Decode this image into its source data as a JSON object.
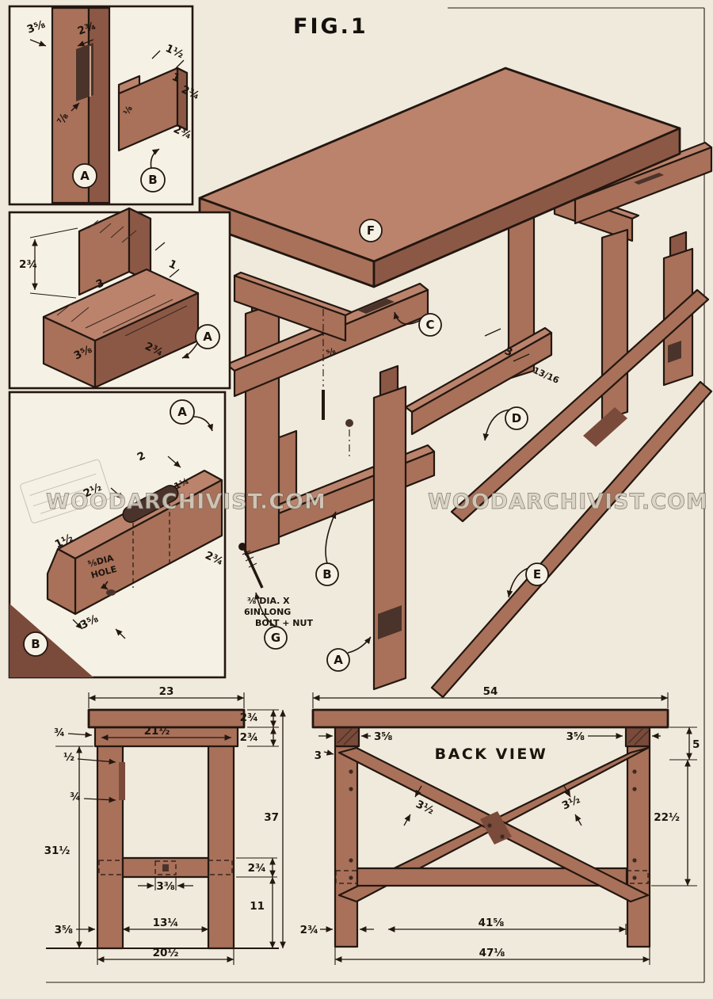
{
  "title": "FIG.1",
  "watermark": {
    "left": "WOODARCHIVIST.COM",
    "right": "WOODARCHIVIST.COM"
  },
  "callouts": {
    "a": "A",
    "b": "B",
    "c": "C",
    "d": "D",
    "e": "E",
    "f": "F",
    "g": "G"
  },
  "detail1": {
    "leg_width": "3⅝",
    "mortise_offset": "2¾",
    "mortise_width": "⅞",
    "notch": "1½",
    "tenon_thk": "1",
    "rail_top": "2¾",
    "shoulder": "⅛",
    "rail_height": "2¾"
  },
  "detail2": {
    "tenon_height": "2¾",
    "tenon_width": "3",
    "tenon_thk": "1",
    "leg_width": "3⅝",
    "leg_depth": "2¾"
  },
  "detail3": {
    "slot_inset": "2",
    "slot_offset": "2½",
    "slot_width": "1¼",
    "step": "1½",
    "hole_line1": "⅝DIA",
    "hole_line2": "HOLE",
    "width": "3⅝",
    "depth": "2¾"
  },
  "main": {
    "rail_slot": "⅝",
    "rail_end": "3",
    "rail_thk": "13/16",
    "bolt_line1": "⅜ DIA. X",
    "bolt_line2": "6IN.LONG",
    "bolt_line3": "BOLT + NUT"
  },
  "front_view": {
    "top_width": "23",
    "top_thk": "2¾",
    "apron_len": "21½",
    "apron_h": "2¾",
    "overhang": "¾",
    "tenon_set": "½",
    "tenon_len": "¾",
    "leg_height": "31½",
    "total_height": "37",
    "stretcher_h": "2¾",
    "foot_height": "11",
    "slot_w": "3⅜",
    "inner_span": "13¼",
    "leg_w": "3⅝",
    "outer_span": "20½"
  },
  "back_view": {
    "label": "BACK VIEW",
    "top_width": "54",
    "block_left": "3⅝",
    "block_right": "3⅝",
    "left_inset": "3",
    "drop": "5",
    "brace_left": "3½",
    "brace_right": "3½",
    "side_height": "22½",
    "leg_w": "2¾",
    "inner_span": "41⅝",
    "outer_span": "47⅛"
  }
}
